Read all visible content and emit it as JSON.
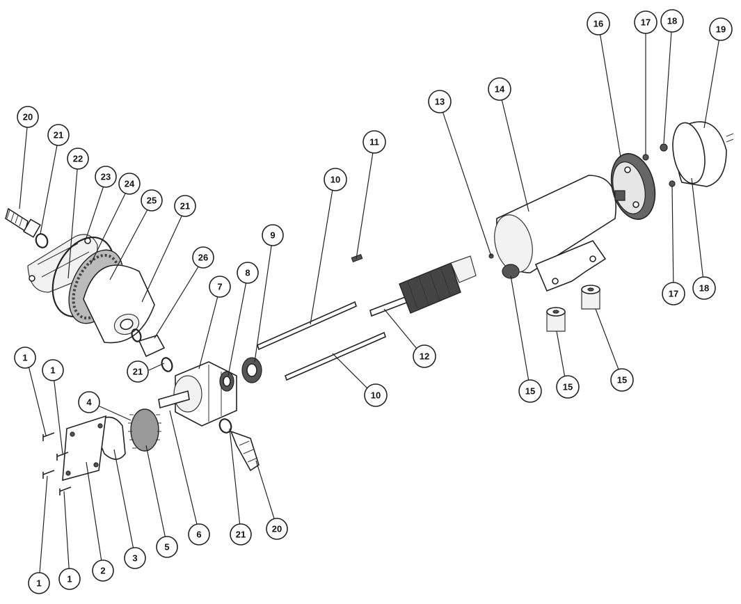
{
  "callouts": [
    {
      "id": "c1a",
      "label": "1"
    },
    {
      "id": "c1b",
      "label": "1"
    },
    {
      "id": "c1c",
      "label": "1"
    },
    {
      "id": "c1d",
      "label": "1"
    },
    {
      "id": "c2",
      "label": "2"
    },
    {
      "id": "c3",
      "label": "3"
    },
    {
      "id": "c4",
      "label": "4"
    },
    {
      "id": "c5",
      "label": "5"
    },
    {
      "id": "c6",
      "label": "6"
    },
    {
      "id": "c7",
      "label": "7"
    },
    {
      "id": "c8",
      "label": "8"
    },
    {
      "id": "c9",
      "label": "9"
    },
    {
      "id": "c10a",
      "label": "10"
    },
    {
      "id": "c10b",
      "label": "10"
    },
    {
      "id": "c11",
      "label": "11"
    },
    {
      "id": "c12",
      "label": "12"
    },
    {
      "id": "c13",
      "label": "13"
    },
    {
      "id": "c14",
      "label": "14"
    },
    {
      "id": "c15a",
      "label": "15"
    },
    {
      "id": "c15b",
      "label": "15"
    },
    {
      "id": "c15c",
      "label": "15"
    },
    {
      "id": "c16",
      "label": "16"
    },
    {
      "id": "c17a",
      "label": "17"
    },
    {
      "id": "c17b",
      "label": "17"
    },
    {
      "id": "c18a",
      "label": "18"
    },
    {
      "id": "c18b",
      "label": "18"
    },
    {
      "id": "c19",
      "label": "19"
    },
    {
      "id": "c20a",
      "label": "20"
    },
    {
      "id": "c20b",
      "label": "20"
    },
    {
      "id": "c21a",
      "label": "21"
    },
    {
      "id": "c21b",
      "label": "21"
    },
    {
      "id": "c21c",
      "label": "21"
    },
    {
      "id": "c21d",
      "label": "21"
    },
    {
      "id": "c22",
      "label": "22"
    },
    {
      "id": "c23",
      "label": "23"
    },
    {
      "id": "c24",
      "label": "24"
    },
    {
      "id": "c25",
      "label": "25"
    },
    {
      "id": "c26",
      "label": "26"
    }
  ]
}
